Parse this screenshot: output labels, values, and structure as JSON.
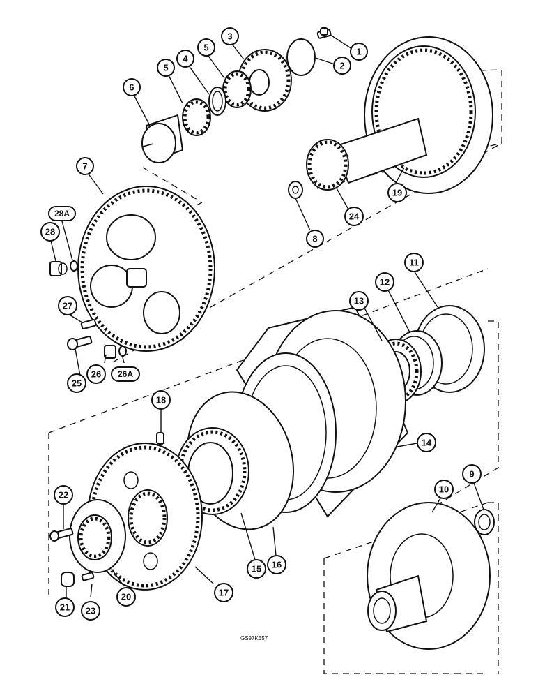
{
  "figure_code": "GS97K557",
  "callouts": {
    "c1": "1",
    "c2": "2",
    "c3": "3",
    "c4": "4",
    "c5a": "5",
    "c5b": "5",
    "c6": "6",
    "c7": "7",
    "c8": "8",
    "c9": "9",
    "c10": "10",
    "c11": "11",
    "c12": "12",
    "c13": "13",
    "c14": "14",
    "c15": "15",
    "c16": "16",
    "c17": "17",
    "c18": "18",
    "c19": "19",
    "c20": "20",
    "c21": "21",
    "c22": "22",
    "c23": "23",
    "c24": "24",
    "c25": "25",
    "c26": "26",
    "c26a": "26A",
    "c27": "27",
    "c28": "28",
    "c28a": "28A"
  }
}
